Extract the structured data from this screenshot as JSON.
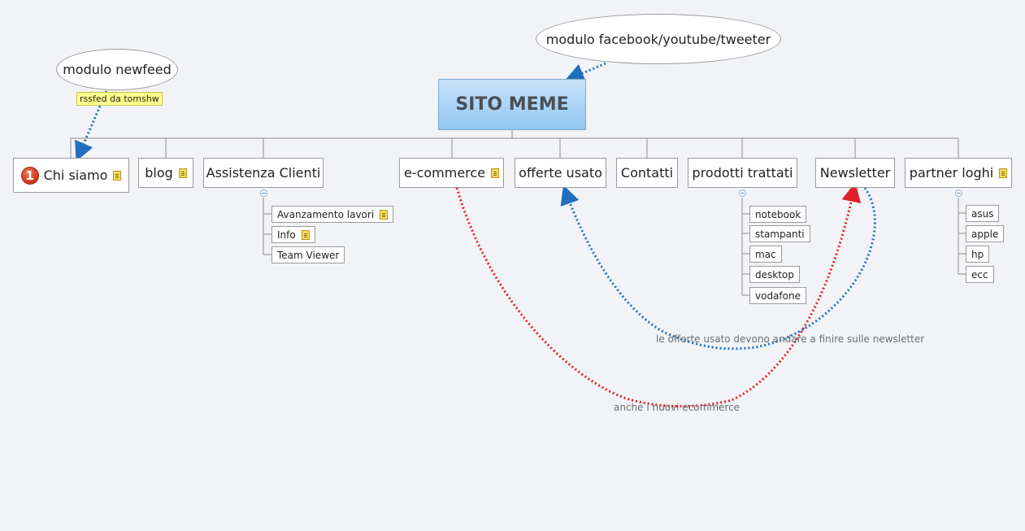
{
  "root": {
    "label": "SITO MEME"
  },
  "callouts": {
    "newsfeed": "modulo newfeed",
    "newsfeed_tag": "rssfed da tomshw",
    "social": "modulo facebook/youtube/tweeter"
  },
  "topics": {
    "chi_siamo": {
      "label": "Chi siamo",
      "marker": "1"
    },
    "blog": "blog",
    "assistenza": "Assistenza Clienti",
    "ecommerce": "e-commerce",
    "offerte": "offerte usato",
    "contatti": "Contatti",
    "prodotti": "prodotti trattati",
    "newsletter": "Newsletter",
    "partner": "partner loghi"
  },
  "subtopics": {
    "assistenza": [
      "Avanzamento lavori",
      "Info",
      "Team Viewer"
    ],
    "prodotti": [
      "notebook",
      "stampanti",
      "mac",
      "desktop",
      "vodafone"
    ],
    "partner": [
      "asus",
      "apple",
      "hp",
      "ecc"
    ]
  },
  "relationships": {
    "offerte_newsletter": "le offerte usato devono andare a finire sulle newsletter",
    "ecommerce_newsletter": "anche i nuovi ecommerce"
  },
  "colors": {
    "background": "#f2f3f6",
    "root_fill": "#a9d4f7",
    "relation_blue": "#1f6fbd",
    "relation_red": "#e0202a",
    "connector": "#8d8d8d"
  }
}
